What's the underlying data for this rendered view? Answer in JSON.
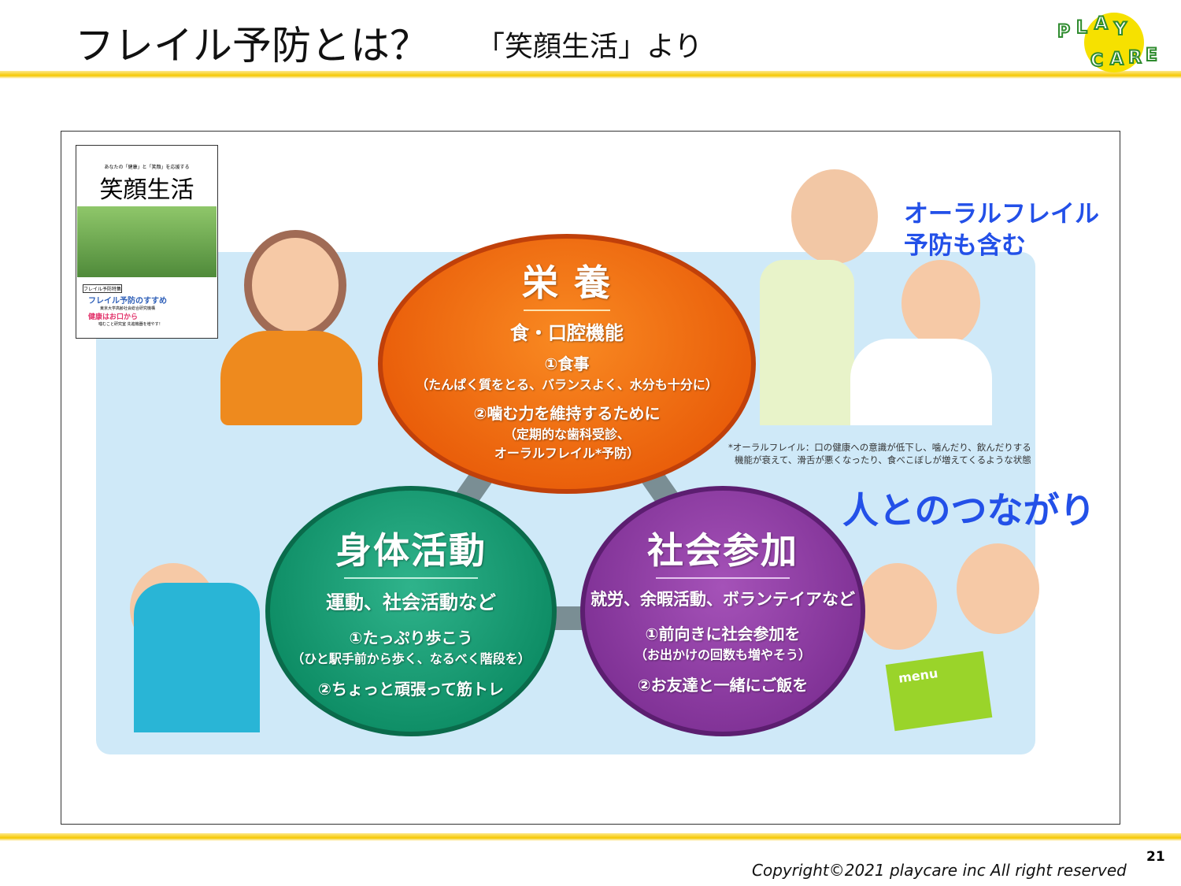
{
  "header": {
    "title": "フレイル予防とは？",
    "subtitle": "「笑顔生活」より",
    "logo_text": "PLAY CARE"
  },
  "book": {
    "tagline": "あなたの「健康」と「笑顔」を応援する",
    "title": "笑顔生活",
    "label": "フレイル予防特集",
    "headline": "フレイル予防のすすめ",
    "sub1": "東京大学高齢社会総合研究機構",
    "sub2": "健康はお口から",
    "sub3": "噛むこと研究室 先進機器を増やす！"
  },
  "nutrition": {
    "title": "栄 養",
    "subtitle": "食・口腔機能",
    "item1": "①食事",
    "item1_detail": "（たんぱく質をとる、バランスよく、水分も十分に）",
    "item2": "②噛む力を維持するために",
    "item2_detail1": "（定期的な歯科受診、",
    "item2_detail2": "オーラルフレイル*予防）"
  },
  "physical": {
    "title": "身体活動",
    "subtitle": "運動、社会活動など",
    "item1": "①たっぷり歩こう",
    "item1_detail": "（ひと駅手前から歩く、なるべく階段を）",
    "item2": "②ちょっと頑張って筋トレ"
  },
  "social": {
    "title": "社会参加",
    "subtitle": "就労、余暇活動、ボランテイアなど",
    "item1": "①前向きに社会参加を",
    "item1_detail": "（お出かけの回数も増やそう）",
    "item2": "②お友達と一緒にご飯を"
  },
  "callouts": {
    "oral1": "オーラルフレイル",
    "oral2": "予防も含む",
    "connection": "人とのつながり",
    "menu": "menu"
  },
  "note": {
    "line1": "*オーラルフレイル：口の健康への意識が低下し、噛んだり、飲んだりする",
    "line2": "機能が衰えて、滑舌が悪くなったり、食べこぼしが増えてくるような状態"
  },
  "footer": {
    "copyright": "Copyright©2021  playcare inc All  right  reserved",
    "page": "21"
  }
}
